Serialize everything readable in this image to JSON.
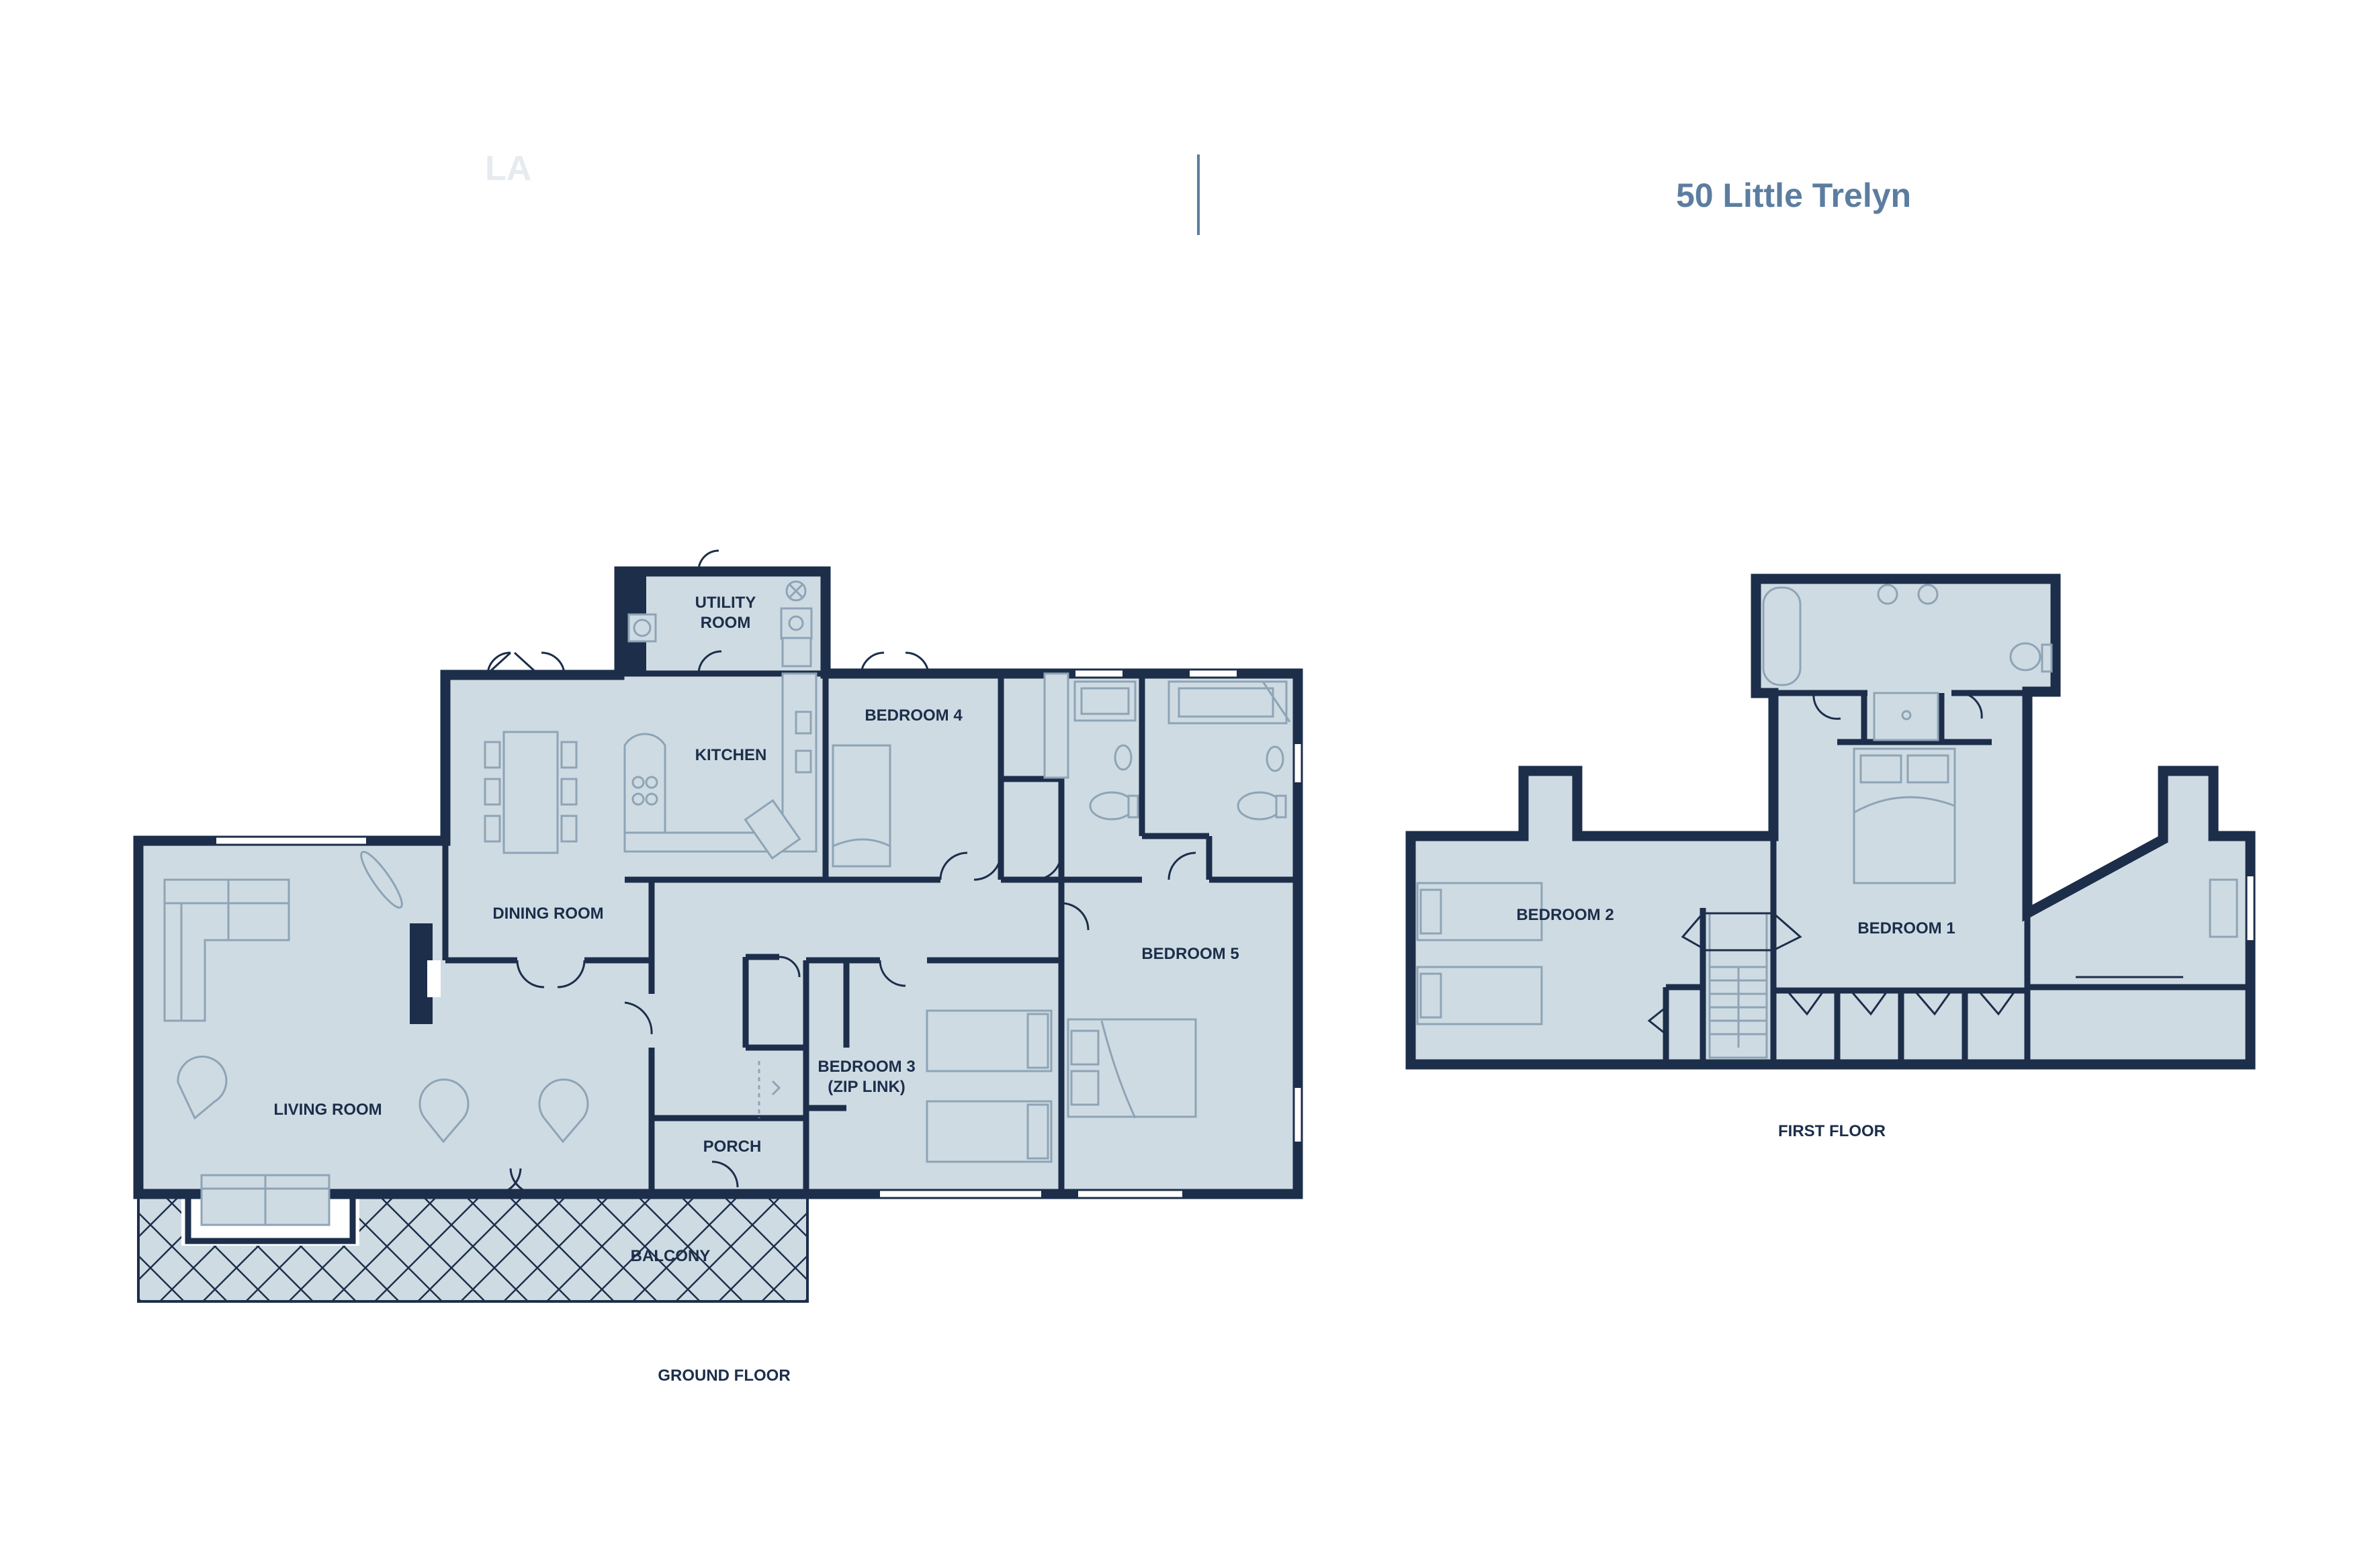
{
  "header": {
    "title": "50 Little Trelyn",
    "faded_logo_text": "LA"
  },
  "floors": {
    "ground": "GROUND FLOOR",
    "first": "FIRST FLOOR"
  },
  "rooms": {
    "utility": [
      "UTILITY",
      "ROOM"
    ],
    "kitchen": "KITCHEN",
    "bedroom4": "BEDROOM 4",
    "dining": "DINING ROOM",
    "bedroom5": "BEDROOM 5",
    "living": "LIVING ROOM",
    "bedroom3": [
      "BEDROOM 3",
      "(ZIP LINK)"
    ],
    "porch": "PORCH",
    "balcony": "BALCONY",
    "bedroom2": "BEDROOM 2",
    "bedroom1": "BEDROOM 1"
  },
  "colors": {
    "wall": "#1c2e4a",
    "room_fill": "#cfdbe3",
    "title": "#5c7da0"
  }
}
